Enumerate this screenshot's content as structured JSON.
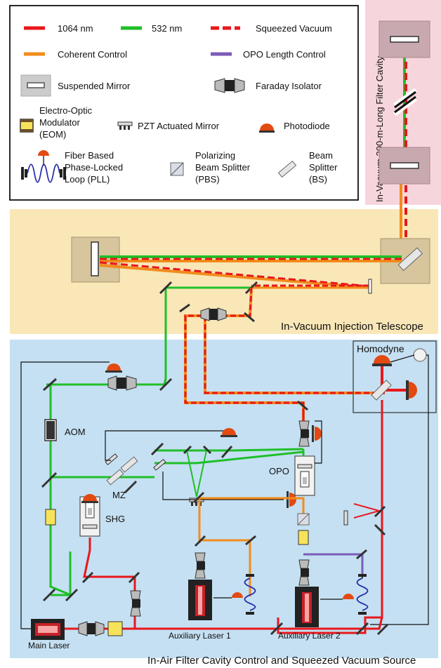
{
  "legend": {
    "items": {
      "l1064": "1064 nm",
      "l532": "532 nm",
      "squeezed": "Squeezed Vacuum",
      "coherent": "Coherent Control",
      "opo_len": "OPO Length Control",
      "susp_mirror": "Suspended Mirror",
      "faraday": "Faraday Isolator",
      "eom_1": "Electro-Optic",
      "eom_2": "Modulator",
      "eom_3": "(EOM)",
      "pzt": "PZT Actuated Mirror",
      "photodiode": "Photodiode",
      "pll_1": "Fiber Based",
      "pll_2": "Phase-Locked",
      "pll_3": "Loop (PLL)",
      "pbs_1": "Polarizing",
      "pbs_2": "Beam Splitter",
      "pbs_3": "(PBS)",
      "bs_1": "Beam",
      "bs_2": "Splitter",
      "bs_3": "(BS)"
    }
  },
  "regions": {
    "filter_cavity": "In-Vacuum 300-m-Long Filter Cavity",
    "telescope": "In-Vacuum Injection Telescope",
    "source": "In-Air Filter Cavity Control and Squeezed Vacuum Source"
  },
  "components": {
    "homodyne": "Homodyne",
    "aom": "AOM",
    "mz": "MZ",
    "shg": "SHG",
    "opo": "OPO",
    "main_laser": "Main Laser",
    "aux1": "Auxiliary Laser 1",
    "aux2": "Auxiliary Laser 2"
  },
  "colors": {
    "red_1064": "#e8171c",
    "green_532": "#1fbf28",
    "orange": "#f28c1c",
    "purple": "#7b5bb8",
    "pink_bg": "#f7d5dc",
    "yellow_bg": "#f9e7b8",
    "blue_bg": "#c5e0f2"
  }
}
